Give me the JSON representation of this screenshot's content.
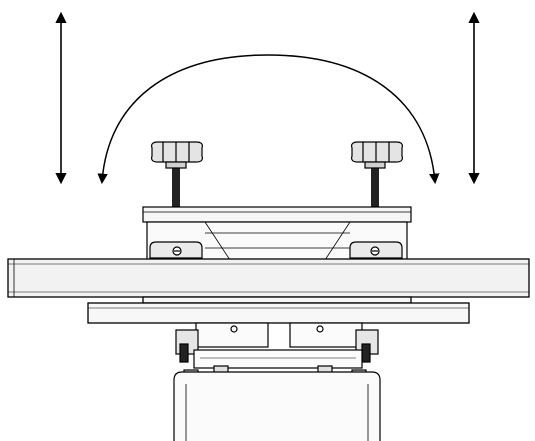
{
  "diagram": {
    "description_visible_text": "",
    "colors": {
      "background": "#ffffff",
      "line": "#000000",
      "hatch": "#888888",
      "panel": "#f4f4f4",
      "knob_fill": "#dddddd",
      "thread_fill": "#222222"
    },
    "elements": {
      "vertical_arrows": [
        "left-double-arrow",
        "right-double-arrow"
      ],
      "rotation_arrow": "semicircle-double-arrow",
      "knobs": [
        "left-star-knob",
        "right-star-knob"
      ],
      "clamp_blocks": [
        "left-clamp-block",
        "right-clamp-block"
      ],
      "plates": [
        "top-plate",
        "long-rail-bar",
        "lower-plate",
        "bottom-mount"
      ]
    }
  }
}
